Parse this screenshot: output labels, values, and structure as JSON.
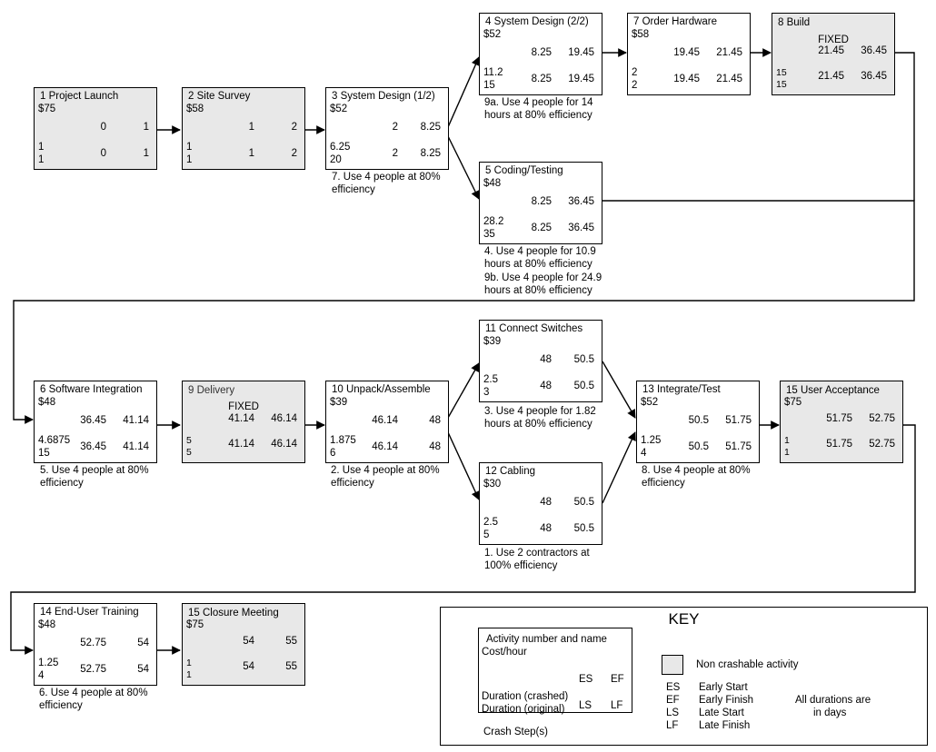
{
  "nodes": [
    {
      "name": "1 Project Launch",
      "cost": "$75",
      "es": "0",
      "ef": "1",
      "ls": "0",
      "lf": "1",
      "dur_crashed": "1",
      "dur_original": "1",
      "fixed": "",
      "crashable": false
    },
    {
      "name": "2 Site Survey",
      "cost": "$58",
      "es": "1",
      "ef": "2",
      "ls": "1",
      "lf": "2",
      "dur_crashed": "1",
      "dur_original": "1",
      "fixed": "",
      "crashable": false
    },
    {
      "name": "3 System Design (1/2)",
      "cost": "$52",
      "es": "2",
      "ef": "8.25",
      "ls": "2",
      "lf": "8.25",
      "dur_crashed": "6.25",
      "dur_original": "20",
      "fixed": "",
      "crashable": true
    },
    {
      "name": "4 System Design (2/2)",
      "cost": "$52",
      "es": "8.25",
      "ef": "19.45",
      "ls": "8.25",
      "lf": "19.45",
      "dur_crashed": "11.2",
      "dur_original": "15",
      "fixed": "",
      "crashable": true
    },
    {
      "name": "7 Order Hardware",
      "cost": "$58",
      "es": "19.45",
      "ef": "21.45",
      "ls": "19.45",
      "lf": "21.45",
      "dur_crashed": "2",
      "dur_original": "2",
      "fixed": "",
      "crashable": true
    },
    {
      "name": "8 Build",
      "cost": "",
      "es": "21.45",
      "ef": "36.45",
      "ls": "21.45",
      "lf": "36.45",
      "dur_crashed": "15",
      "dur_original": "15",
      "fixed": "FIXED",
      "crashable": false
    },
    {
      "name": "5 Coding/Testing",
      "cost": "$48",
      "es": "8.25",
      "ef": "36.45",
      "ls": "8.25",
      "lf": "36.45",
      "dur_crashed": "28.2",
      "dur_original": "35",
      "fixed": "",
      "crashable": true
    },
    {
      "name": "6 Software Integration",
      "cost": "$48",
      "es": "36.45",
      "ef": "41.14",
      "ls": "36.45",
      "lf": "41.14",
      "dur_crashed": "4.6875",
      "dur_original": "15",
      "fixed": "",
      "crashable": true
    },
    {
      "name": "9 Delivery",
      "cost": "",
      "es": "41.14",
      "ef": "46.14",
      "ls": "41.14",
      "lf": "46.14",
      "dur_crashed": "5",
      "dur_original": "5",
      "fixed": "FIXED",
      "crashable": false
    },
    {
      "name": "10 Unpack/Assemble",
      "cost": "$39",
      "es": "46.14",
      "ef": "48",
      "ls": "46.14",
      "lf": "48",
      "dur_crashed": "1.875",
      "dur_original": "6",
      "fixed": "",
      "crashable": true
    },
    {
      "name": "11 Connect Switches",
      "cost": "$39",
      "es": "48",
      "ef": "50.5",
      "ls": "48",
      "lf": "50.5",
      "dur_crashed": "2.5",
      "dur_original": "3",
      "fixed": "",
      "crashable": true
    },
    {
      "name": "12 Cabling",
      "cost": "$30",
      "es": "48",
      "ef": "50.5",
      "ls": "48",
      "lf": "50.5",
      "dur_crashed": "2.5",
      "dur_original": "5",
      "fixed": "",
      "crashable": true
    },
    {
      "name": "13 Integrate/Test",
      "cost": "$52",
      "es": "50.5",
      "ef": "51.75",
      "ls": "50.5",
      "lf": "51.75",
      "dur_crashed": "1.25",
      "dur_original": "4",
      "fixed": "",
      "crashable": true
    },
    {
      "name": "15 User Acceptance",
      "cost": "$75",
      "es": "51.75",
      "ef": "52.75",
      "ls": "51.75",
      "lf": "52.75",
      "dur_crashed": "1",
      "dur_original": "1",
      "fixed": "",
      "crashable": false
    },
    {
      "name": "14 End-User Training",
      "cost": "$48",
      "es": "52.75",
      "ef": "54",
      "ls": "52.75",
      "lf": "54",
      "dur_crashed": "1.25",
      "dur_original": "4",
      "fixed": "",
      "crashable": true
    },
    {
      "name": "15 Closure Meeting",
      "cost": "$75",
      "es": "54",
      "ef": "55",
      "ls": "54",
      "lf": "55",
      "dur_crashed": "1",
      "dur_original": "1",
      "fixed": "",
      "crashable": false
    }
  ],
  "notes": [
    {
      "lines": [
        "7. Use 4 people at 80%",
        "efficiency"
      ]
    },
    {
      "lines": [
        "9a. Use 4 people for 14",
        "hours at 80% efficiency"
      ]
    },
    {
      "lines": [
        "4. Use 4 people for 10.9",
        "hours at 80% efficiency",
        "9b. Use 4 people for 24.9",
        "hours at 80% efficiency"
      ]
    },
    {
      "lines": [
        "5. Use 4 people at 80%",
        "efficiency"
      ]
    },
    {
      "lines": [
        "2. Use 4 people at 80%",
        "efficiency"
      ]
    },
    {
      "lines": [
        "3. Use 4 people for 1.82",
        "hours at 80% efficiency"
      ]
    },
    {
      "lines": [
        "1. Use 2 contractors at",
        "100% efficiency"
      ]
    },
    {
      "lines": [
        "8. Use 4 people at 80%",
        "efficiency"
      ]
    },
    {
      "lines": [
        "6. Use 4 people at 80%",
        "efficiency"
      ]
    }
  ],
  "key": {
    "title": "KEY",
    "sample": {
      "name_line": "Activity number and name",
      "cost_line": "Cost/hour",
      "es": "ES",
      "ef": "EF",
      "ls": "LS",
      "lf": "LF",
      "dur_crashed": "Duration (crashed)",
      "dur_original": "Duration (original)",
      "crash_steps": "Crash Step(s)"
    },
    "non_crashable": "Non crashable activity",
    "abbreviations": [
      {
        "abbr": "ES",
        "meaning": "Early Start"
      },
      {
        "abbr": "EF",
        "meaning": "Early Finish"
      },
      {
        "abbr": "LS",
        "meaning": "Late Start"
      },
      {
        "abbr": "LF",
        "meaning": "Late Finish"
      }
    ],
    "durations_note_1": "All durations are",
    "durations_note_2": "in days"
  },
  "colors": {
    "non_crashable_fill": "#e8e8e8",
    "line": "#000000"
  }
}
